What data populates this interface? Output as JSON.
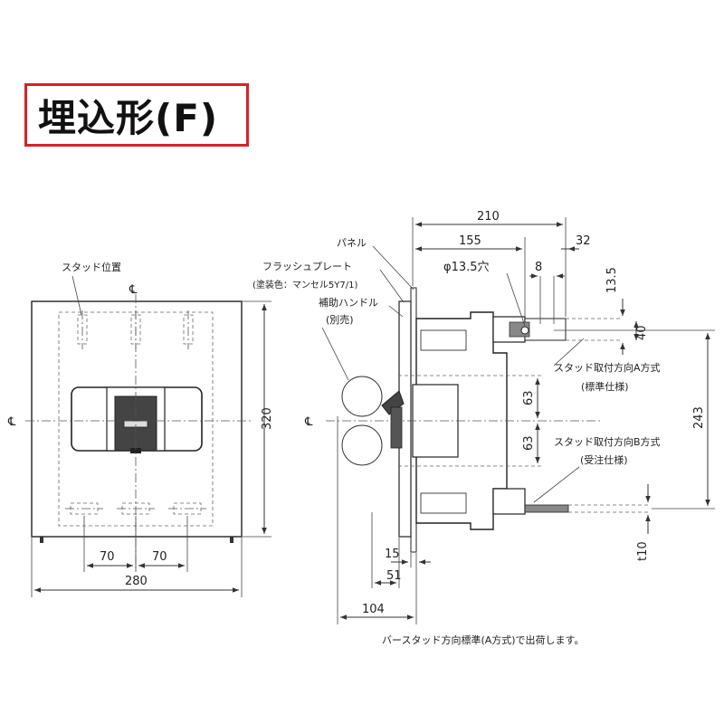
{
  "title": "埋込形(F)",
  "front_view": {
    "stud_position_label": "スタッド位置",
    "centerline_symbol": "℄",
    "dim_width": "280",
    "dim_height": "320",
    "dim_pitch_left": "70",
    "dim_pitch_right": "70"
  },
  "side_view": {
    "panel_label": "パネル",
    "flush_plate_label": "フラッシュプレート",
    "paint_color_label": "(塗装色：マンセル5Y7/1)",
    "aux_handle_label": "補助ハンドル",
    "separate_sale_label": "(別売)",
    "centerline_symbol": "℄",
    "dim_210": "210",
    "dim_155": "155",
    "dim_32": "32",
    "hole_label": "φ13.5穴",
    "dim_8": "8",
    "dim_13_5": "13.5",
    "dim_40": "40",
    "dim_63_top": "63",
    "dim_63_bottom": "63",
    "dim_243": "243",
    "stud_a_label": "スタッド取付方向A方式",
    "stud_a_note": "(標準仕様)",
    "stud_b_label": "スタッド取付方向B方式",
    "stud_b_note": "(受注仕様)",
    "dim_15": "15",
    "dim_51": "51",
    "dim_104": "104",
    "dim_t10": "t10"
  },
  "footnote": "バースタッド方向標準(A方式)で出荷します。"
}
